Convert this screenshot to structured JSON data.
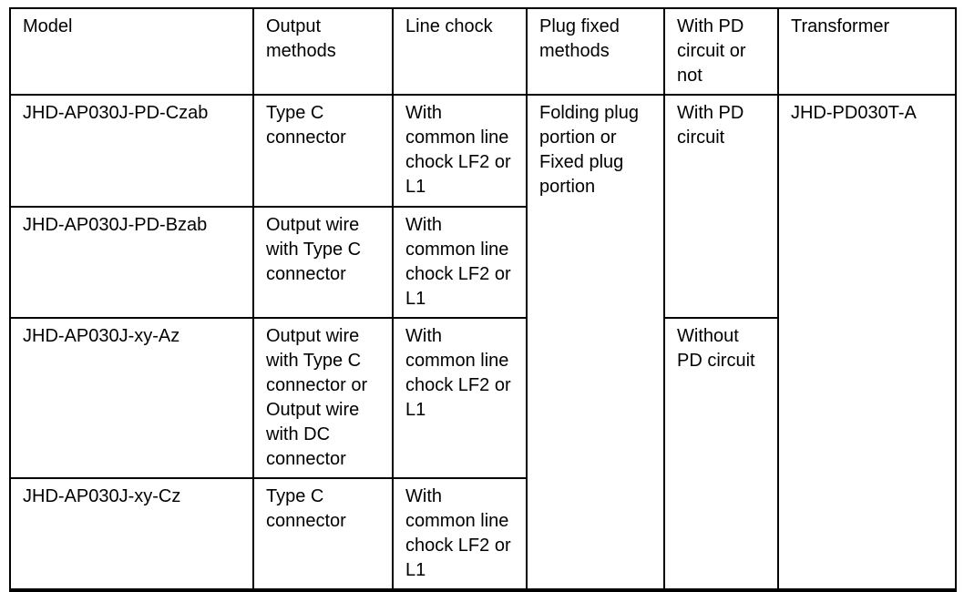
{
  "page": {
    "background_color": "#ffffff",
    "text_color": "#000000",
    "border_color": "#000000"
  },
  "table": {
    "headers": [
      "Model",
      "Output methods",
      "Line chock",
      "Plug fixed methods",
      "With PD circuit or not",
      "Transformer"
    ],
    "rows": [
      {
        "model": "JHD-AP030J-PD-Czab",
        "output_method": "Type C connector",
        "line_chock": "With common line chock LF2 or L1"
      },
      {
        "model": "JHD-AP030J-PD-Bzab",
        "output_method": "Output wire with Type C connector",
        "line_chock": "With common line chock LF2 or L1"
      },
      {
        "model": "JHD-AP030J-xy-Az",
        "output_method": "Output wire with Type C connector or Output wire with DC connector",
        "line_chock": "With common line chock LF2 or L1"
      },
      {
        "model": "JHD-AP030J-xy-Cz",
        "output_method": "Type C connector",
        "line_chock": "With common line chock LF2 or L1"
      }
    ],
    "merged_cells": {
      "plug_fixed_method": {
        "text": "Folding plug portion or Fixed plug portion",
        "rowspan": 4
      },
      "pd_circuit": [
        {
          "text": "With PD circuit",
          "rowspan": 2
        },
        {
          "text": "Without PD circuit",
          "rowspan": 2
        }
      ],
      "transformer": {
        "text": "JHD-PD030T-A",
        "rowspan": 4
      }
    }
  }
}
